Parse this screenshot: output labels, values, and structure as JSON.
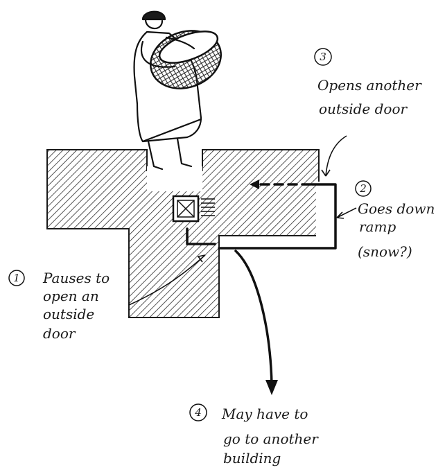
{
  "annotations": {
    "step1": {
      "number": "1",
      "lines": [
        "Pauses to",
        "open an",
        "outside",
        "door"
      ]
    },
    "step2": {
      "number": "2",
      "lines": [
        "Goes down",
        "ramp",
        "(snow?)"
      ]
    },
    "step3": {
      "number": "3",
      "lines": [
        "Opens another",
        "outside door"
      ]
    },
    "step4": {
      "number": "4",
      "lines": [
        "May have to",
        "go to another",
        "building"
      ]
    }
  }
}
